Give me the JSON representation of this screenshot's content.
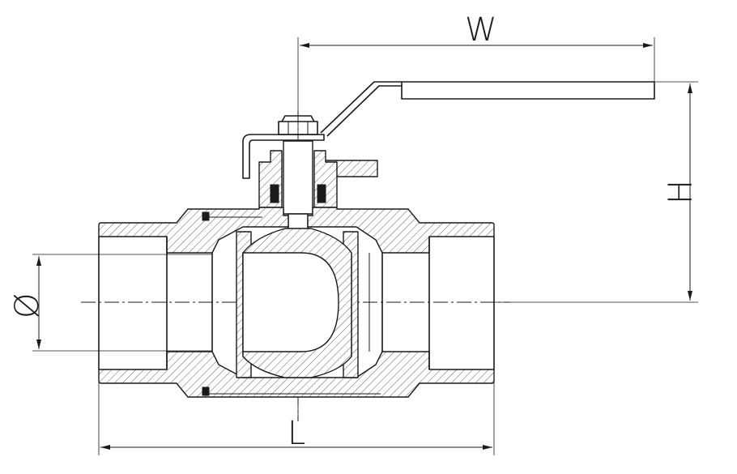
{
  "diagram": {
    "labels": {
      "width": "W",
      "height": "H",
      "length": "L",
      "diameter": "Ø"
    },
    "colors": {
      "line": "#1a1a1a",
      "background": "#ffffff"
    }
  }
}
